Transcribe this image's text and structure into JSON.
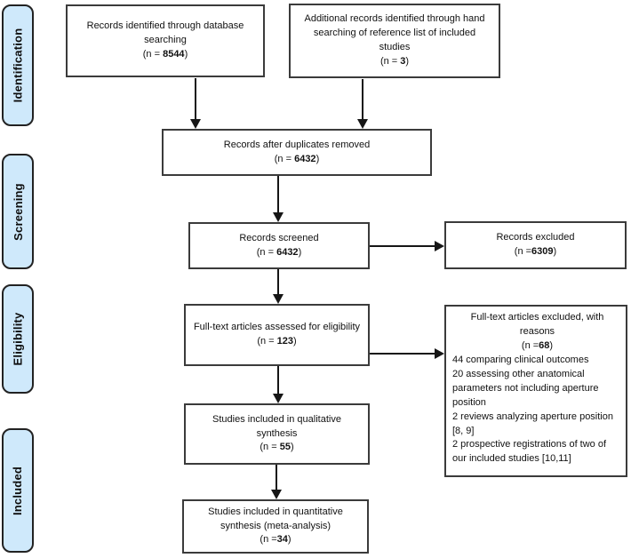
{
  "colors": {
    "stage_fill": "#cfe9fb",
    "stage_border": "#222222",
    "node_border": "#3b3b3b",
    "arrow": "#161616"
  },
  "sidebar": [
    {
      "label": "Identification"
    },
    {
      "label": "Screening"
    },
    {
      "label": "Eligibility"
    },
    {
      "label": "Included"
    }
  ],
  "boxes": {
    "database": {
      "text": "Records identified through database searching",
      "n_prefix": "(n = ",
      "n_value": "8544",
      "n_suffix": ")"
    },
    "hand_search": {
      "text": "Additional records identified through hand searching of reference list of included studies",
      "n_prefix": "(n = ",
      "n_value": "3",
      "n_suffix": ")"
    },
    "duplicates_removed": {
      "text": "Records after duplicates removed",
      "n_prefix": "(n = ",
      "n_value": "6432",
      "n_suffix": ")"
    },
    "screened": {
      "text": "Records screened",
      "n_prefix": "(n = ",
      "n_value": "6432",
      "n_suffix": ")"
    },
    "records_excluded": {
      "text": "Records excluded",
      "n_prefix": "(n =",
      "n_value": "6309",
      "n_suffix": ")"
    },
    "fulltext_assessed": {
      "text": "Full-text articles assessed for eligibility",
      "n_prefix": "(n = ",
      "n_value": "123",
      "n_suffix": ")"
    },
    "fulltext_excluded": {
      "text": "Full-text articles excluded, with reasons",
      "n_prefix": "(n =",
      "n_value": "68",
      "n_suffix": ")",
      "reasons": [
        "44 comparing clinical outcomes",
        "20 assessing other anatomical parameters not including aperture position",
        "2 reviews analyzing aperture position [8, 9]",
        "2 prospective registrations of two of our included studies [10,11]"
      ]
    },
    "qualitative": {
      "text": "Studies included in qualitative synthesis",
      "n_prefix": "(n = ",
      "n_value": "55",
      "n_suffix": ")"
    },
    "quantitative": {
      "text": "Studies included in quantitative synthesis (meta-analysis)",
      "n_prefix": "(n =",
      "n_value": "34",
      "n_suffix": ")"
    }
  }
}
